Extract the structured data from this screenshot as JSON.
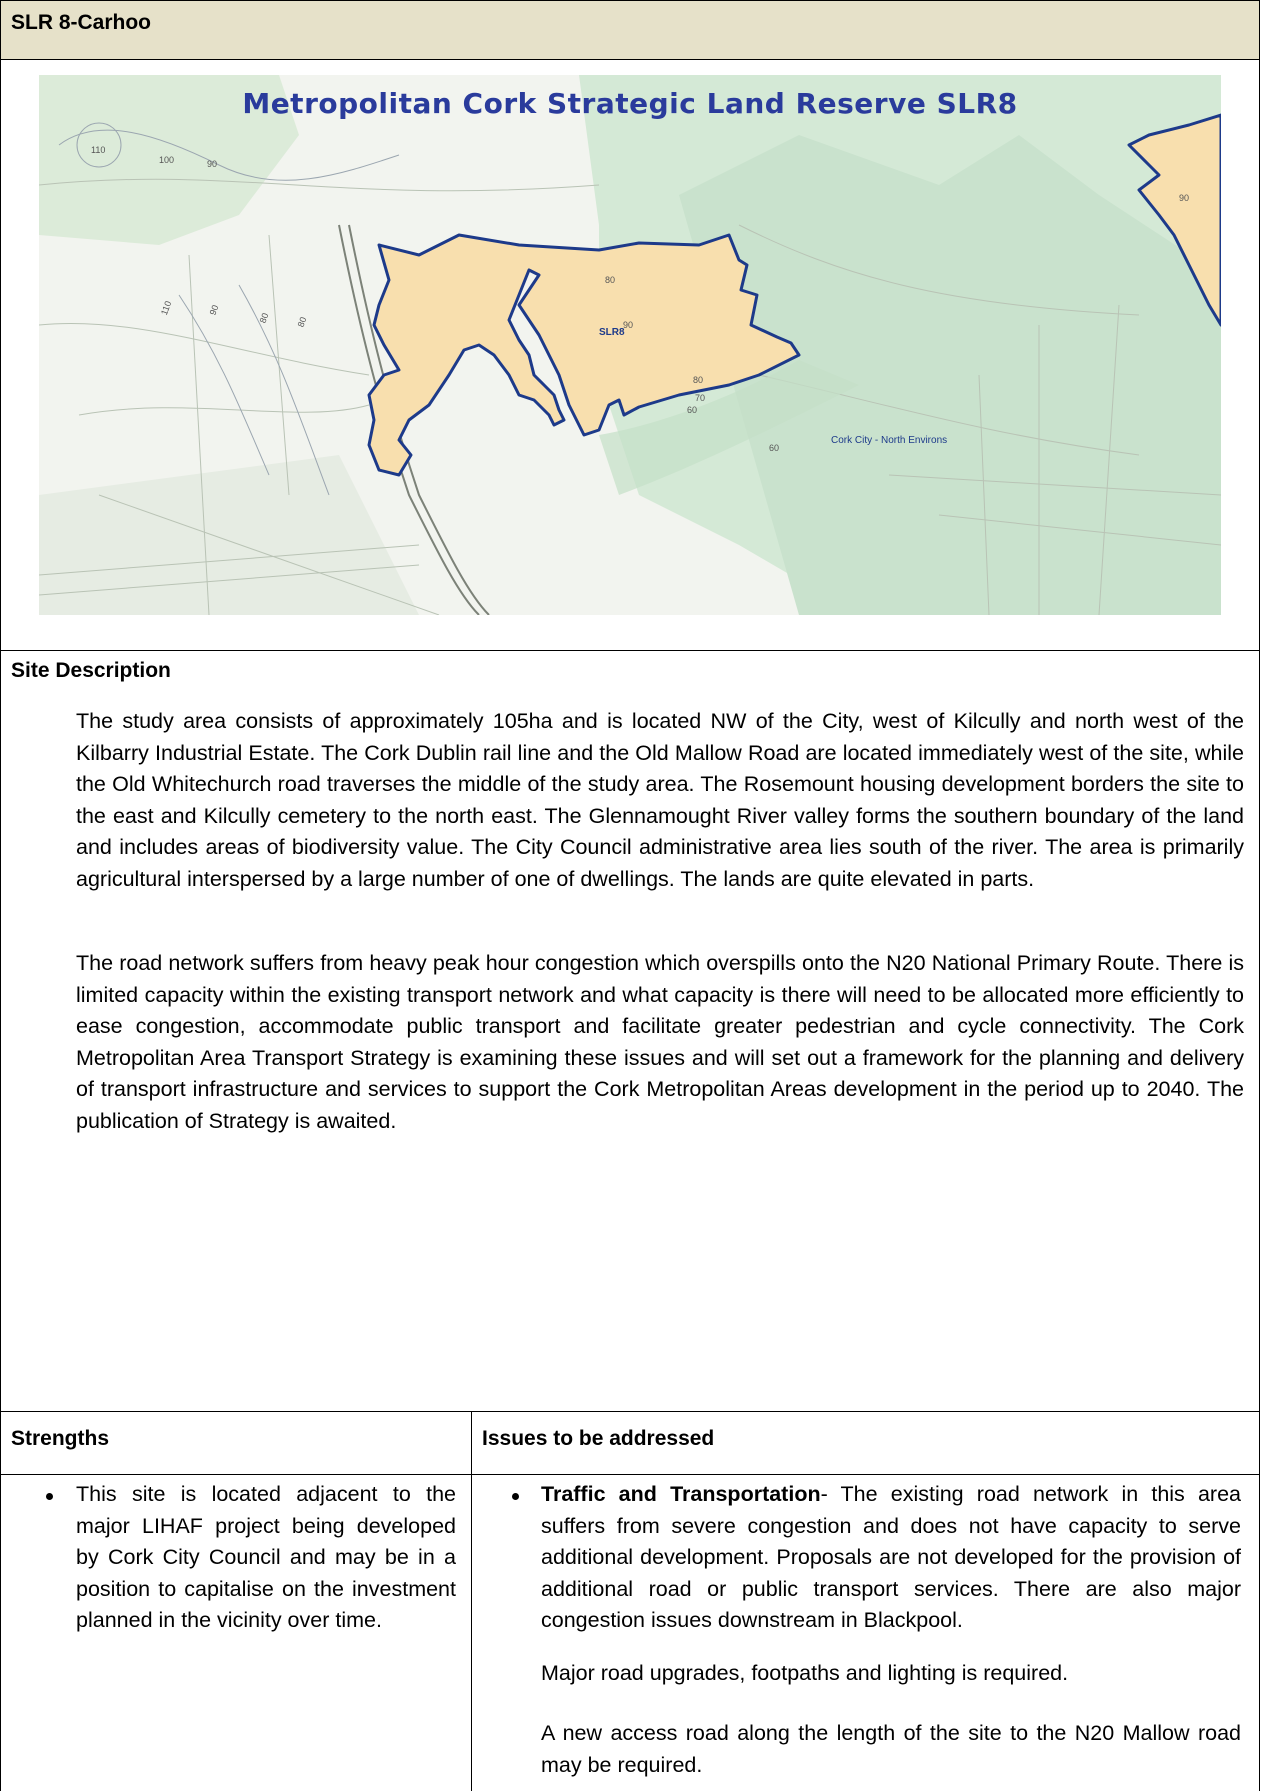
{
  "header": {
    "title": "SLR 8-Carhoo"
  },
  "map": {
    "title": "Metropolitan Cork Strategic Land Reserve SLR8",
    "site_label": "SLR8",
    "area_label": "Cork City - North Environs",
    "contour_labels": [
      "110",
      "100",
      "90",
      "110",
      "90",
      "80",
      "80",
      "80",
      "90",
      "80",
      "70",
      "60",
      "60",
      "90"
    ],
    "colors": {
      "site_fill": "#f8dfae",
      "boundary": "#1d3a8a",
      "green_zone": "#cfe6d3",
      "title": "#2a3b9c"
    }
  },
  "site_description": {
    "heading": "Site Description",
    "paragraphs": [
      "The study area consists of approximately 105ha and is located NW of the City, west of Kilcully and north west of the Kilbarry Industrial Estate.  The Cork Dublin rail line and the Old Mallow Road are located immediately west of the site, while the Old Whitechurch road traverses the middle of the study area.  The Rosemount housing development borders the site to the east and Kilcully cemetery to the north east.  The Glennamought River valley forms the southern boundary of the land and includes areas of biodiversity value. The City Council administrative area lies south of the river. The area is primarily agricultural interspersed by a large number of one of dwellings. The lands are quite elevated in parts.",
      "The road network suffers from heavy peak hour congestion which overspills onto the N20 National Primary Route.  There is limited capacity within the existing transport network and what capacity is there will need to be allocated more efficiently to ease congestion, accommodate public transport and facilitate greater pedestrian and cycle connectivity.  The Cork Metropolitan Area Transport Strategy is examining these issues and will set out a framework for the planning and delivery of transport infrastructure and services to support the Cork Metropolitan Areas development in the period up to 2040. The publication of Strategy is awaited."
    ]
  },
  "strengths": {
    "heading": "Strengths",
    "items": [
      "This site is located adjacent to the major LIHAF project being developed by Cork City Council and may be in a position to capitalise on the investment planned in the vicinity over time."
    ]
  },
  "issues": {
    "heading": "Issues to be addressed",
    "items": [
      {
        "title": "Traffic and Transportation",
        "text": "- The existing road network in this area suffers from severe congestion and does not have capacity to serve additional development. Proposals are not developed for the provision of additional road or public transport services. There are also major congestion issues downstream in Blackpool.",
        "extra": [
          "Major road upgrades, footpaths and lighting is required.",
          "A new access road along the length of the site to the N20 Mallow road may be required."
        ]
      }
    ]
  }
}
